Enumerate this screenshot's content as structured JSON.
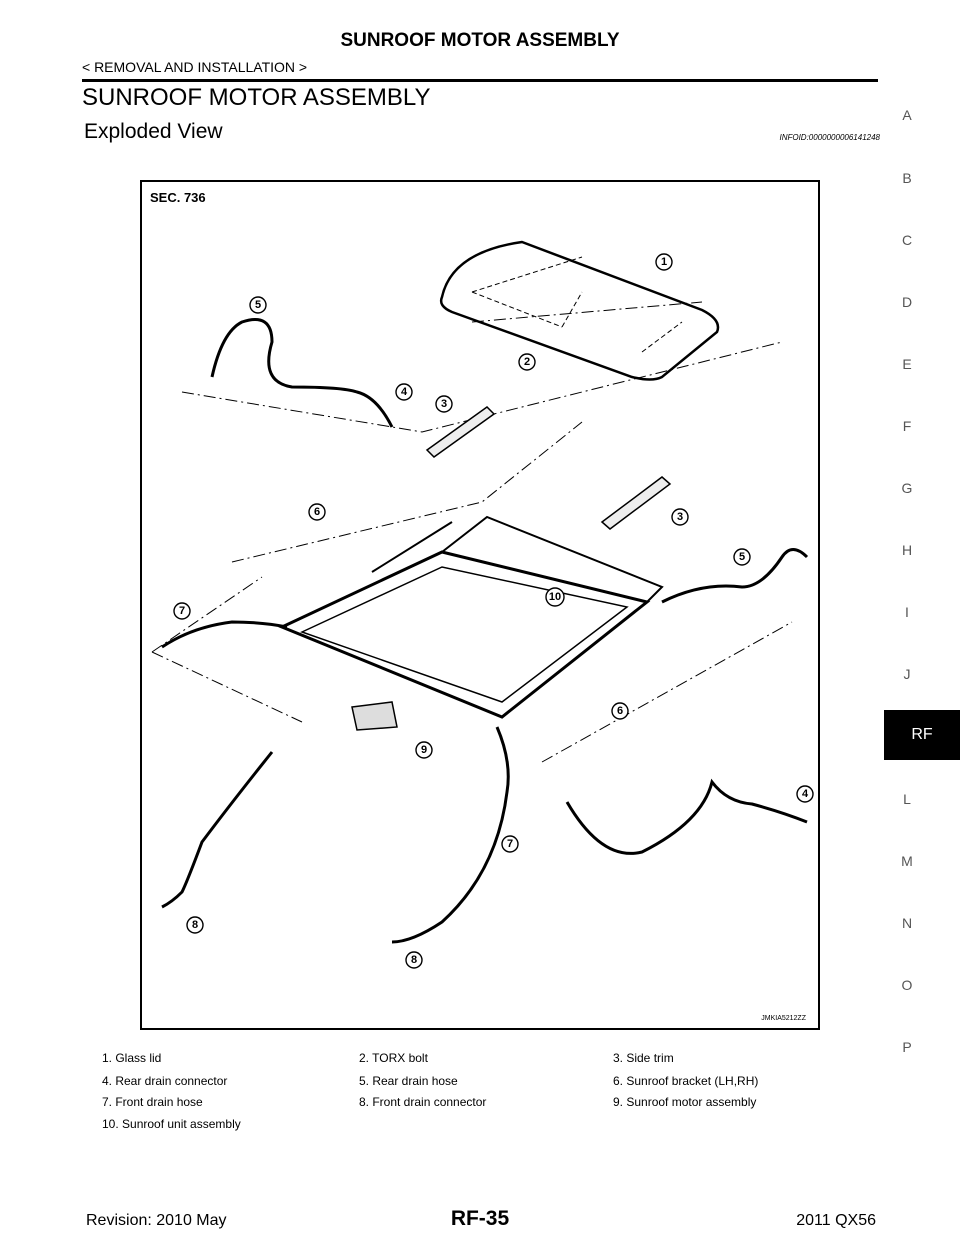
{
  "header": {
    "title": "SUNROOF MOTOR ASSEMBLY",
    "breadcrumb": "< REMOVAL AND INSTALLATION >"
  },
  "section": {
    "title": "SUNROOF MOTOR ASSEMBLY",
    "subtitle": "Exploded View",
    "info_id": "INFOID:0000000006141248"
  },
  "figure": {
    "sec_label": "SEC. 736",
    "code": "JMKIA5212ZZ",
    "callouts": [
      "1",
      "2",
      "3",
      "3",
      "4",
      "4",
      "5",
      "5",
      "6",
      "6",
      "7",
      "7",
      "8",
      "8",
      "9",
      "10"
    ]
  },
  "legend": [
    "1.  Glass lid",
    "2.  TORX bolt",
    "3.  Side trim",
    "4.  Rear drain connector",
    "5.  Rear drain hose",
    "6.  Sunroof bracket (LH,RH)",
    "7.  Front drain hose",
    "8.  Front drain connector",
    "9.  Sunroof motor assembly",
    "10.  Sunroof unit assembly"
  ],
  "side_index": [
    "A",
    "B",
    "C",
    "D",
    "E",
    "F",
    "G",
    "H",
    "I",
    "J",
    "RF",
    "L",
    "M",
    "N",
    "O",
    "P"
  ],
  "footer": {
    "revision": "Revision: 2010 May",
    "page": "RF-35",
    "model": "2011 QX56"
  }
}
